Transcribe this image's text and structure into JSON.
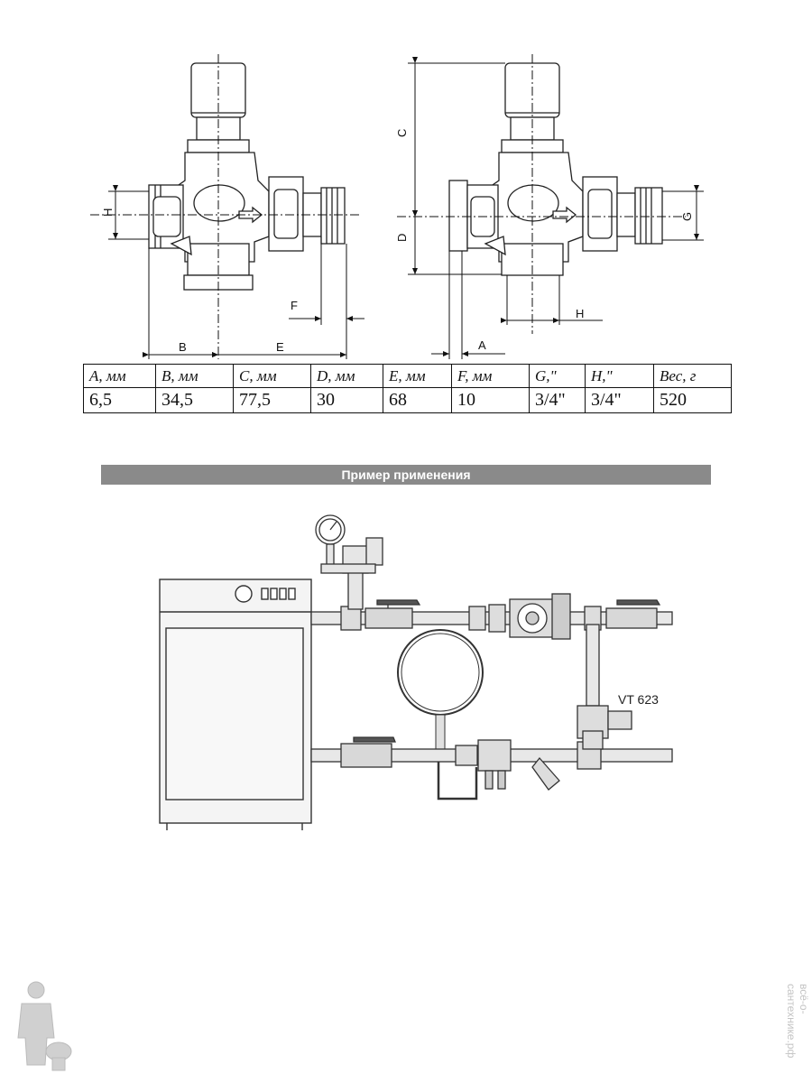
{
  "dimension_labels": {
    "left_view": {
      "H": "H",
      "B": "B",
      "E": "E",
      "F": "F"
    },
    "right_view": {
      "C": "C",
      "D": "D",
      "G": "G",
      "H": "H",
      "A": "A"
    }
  },
  "spec_table": {
    "headers": [
      "A, мм",
      "B, мм",
      "C, мм",
      "D, мм",
      "E, мм",
      "F, мм",
      "G,\"",
      "H,\"",
      "Вес, г"
    ],
    "values": [
      "6,5",
      "34,5",
      "77,5",
      "30",
      "68",
      "10",
      "3/4\"",
      "3/4\"",
      "520"
    ]
  },
  "section": {
    "title": "Пример применения"
  },
  "schematic": {
    "valve_label": "VT 623"
  },
  "watermark": "всё-о-сантехнике.рф"
}
